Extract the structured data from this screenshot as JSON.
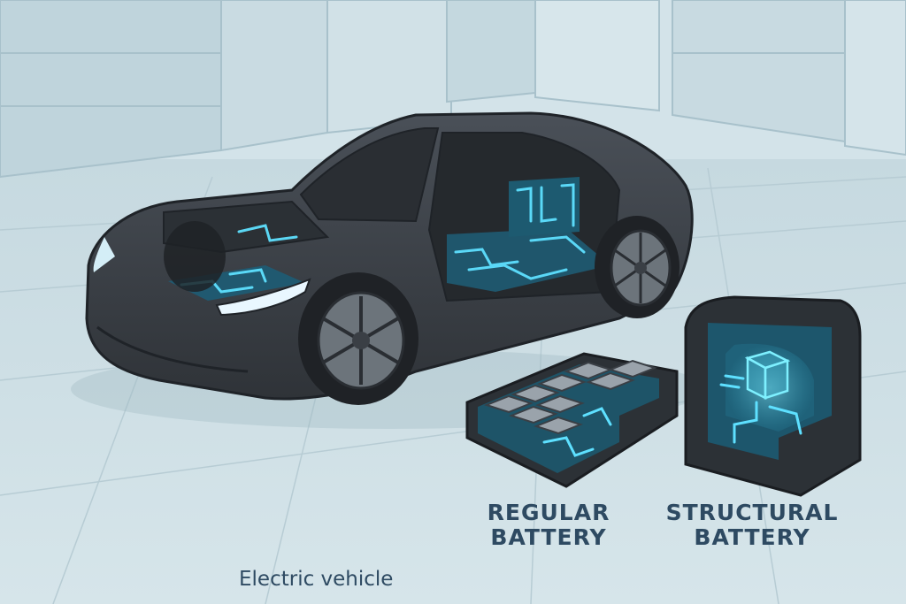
{
  "labels": {
    "regular_line1": "REGULAR",
    "regular_line2": "BATTERY",
    "structural_line1": "STRUCTURAL",
    "structural_line2": "BATTERY",
    "vehicle": "Electric vehicle"
  },
  "colors": {
    "background": "#d3e3e9",
    "car_body": "#3a3f45",
    "glow": "#5ee0ff",
    "label_text": "#2e4a62"
  },
  "icons": [
    "electric-car-illustration",
    "regular-battery-pack-illustration",
    "structural-battery-illustration"
  ]
}
